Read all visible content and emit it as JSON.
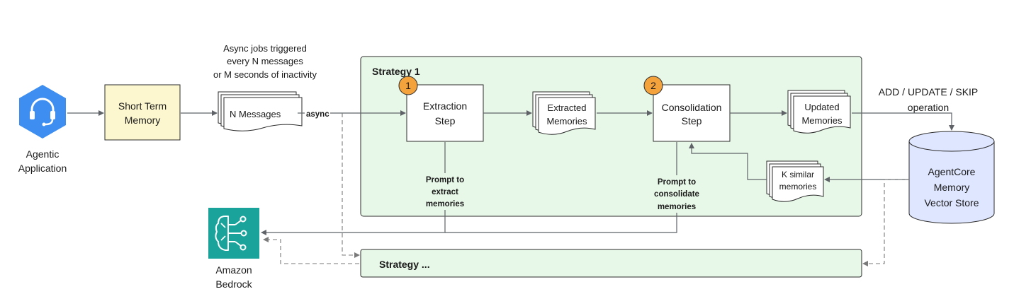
{
  "colors": {
    "agentic_icon": "#3d8ef0",
    "short_term_fill": "#fdf7cf",
    "strategy_fill": "#e8f8e8",
    "strategy_border": "#2e9e4f",
    "badge": "#f4a23c",
    "bedrock": "#1aa39b",
    "vector_store": "#dfe6ff"
  },
  "icons": {
    "agentic_application": "headset-icon",
    "amazon_bedrock": "bedrock-brain-icon"
  },
  "agentic_application": {
    "line1": "Agentic",
    "line2": "Application"
  },
  "short_term_memory": {
    "line1": "Short Term",
    "line2": "Memory"
  },
  "trigger_note": {
    "line1": "Async jobs triggered",
    "line2": "every N messages",
    "line3": "or M seconds of inactivity"
  },
  "n_messages": "N Messages",
  "async_label": "async",
  "strategy1": {
    "title": "Strategy 1"
  },
  "extraction_step": {
    "badge": "1",
    "line1": "Extraction",
    "line2": "Step"
  },
  "extracted_memories": {
    "line1": "Extracted",
    "line2": "Memories"
  },
  "consolidation_step": {
    "badge": "2",
    "line1": "Consolidation",
    "line2": "Step"
  },
  "updated_memories": {
    "line1": "Updated",
    "line2": "Memories"
  },
  "operation_label": {
    "line1": "ADD / UPDATE / SKIP",
    "line2": "operation"
  },
  "vector_store": {
    "line1": "AgentCore",
    "line2": "Memory",
    "line3": "Vector Store"
  },
  "k_similar": {
    "line1": "K similar",
    "line2": "memories"
  },
  "prompt_extract": {
    "line1": "Prompt to",
    "line2": "extract",
    "line3": "memories"
  },
  "prompt_consolidate": {
    "line1": "Prompt to",
    "line2": "consolidate",
    "line3": "memories"
  },
  "amazon_bedrock": {
    "line1": "Amazon",
    "line2": "Bedrock"
  },
  "strategy_more": {
    "title": "Strategy ..."
  }
}
